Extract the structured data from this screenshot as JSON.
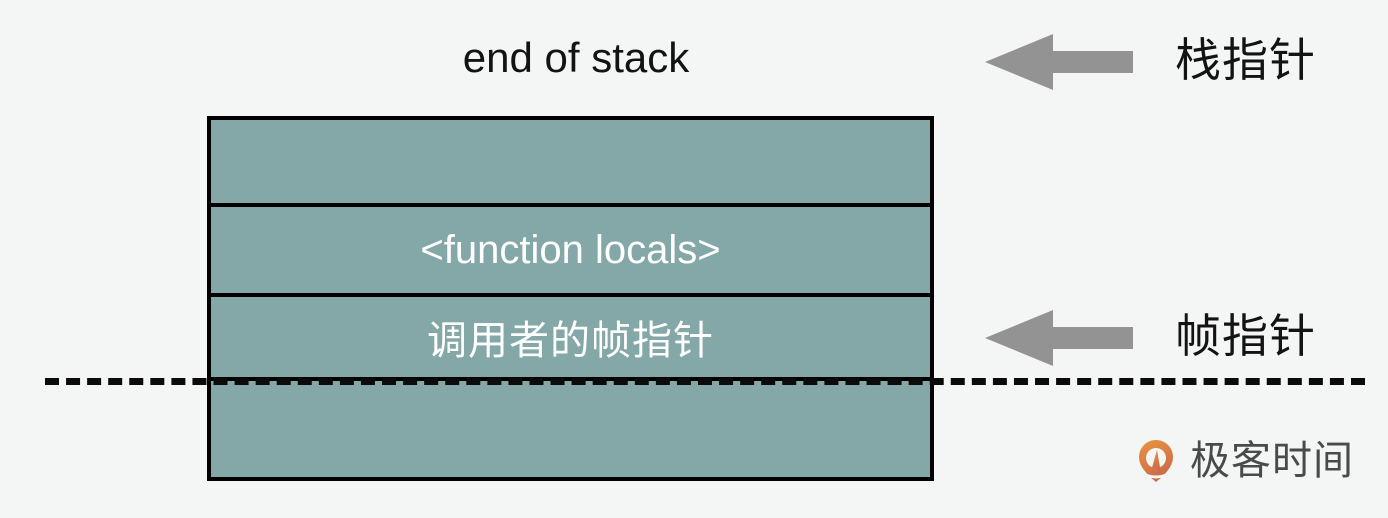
{
  "diagram": {
    "title": "end of stack",
    "background_color": "#f4f5f5",
    "box": {
      "fill_color": "#84a7a7",
      "border_color": "#000000",
      "rows": [
        {
          "name": "empty-top",
          "label": ""
        },
        {
          "name": "function-locals",
          "label": "<function locals>"
        },
        {
          "name": "caller-frame-pointer",
          "label": "调用者的帧指针"
        },
        {
          "name": "empty-bottom",
          "label": ""
        }
      ]
    },
    "boundary": {
      "style": "dashed",
      "color": "#0b0b0b"
    },
    "pointers": [
      {
        "name": "stack-pointer",
        "label": "栈指针",
        "arrow_color": "#939393",
        "direction": "left"
      },
      {
        "name": "frame-pointer",
        "label": "帧指针",
        "arrow_color": "#939393",
        "direction": "left"
      }
    ]
  },
  "watermark": {
    "text": "极客时间",
    "mark_color_start": "#e8903a",
    "mark_color_end": "#cf6e4a"
  }
}
